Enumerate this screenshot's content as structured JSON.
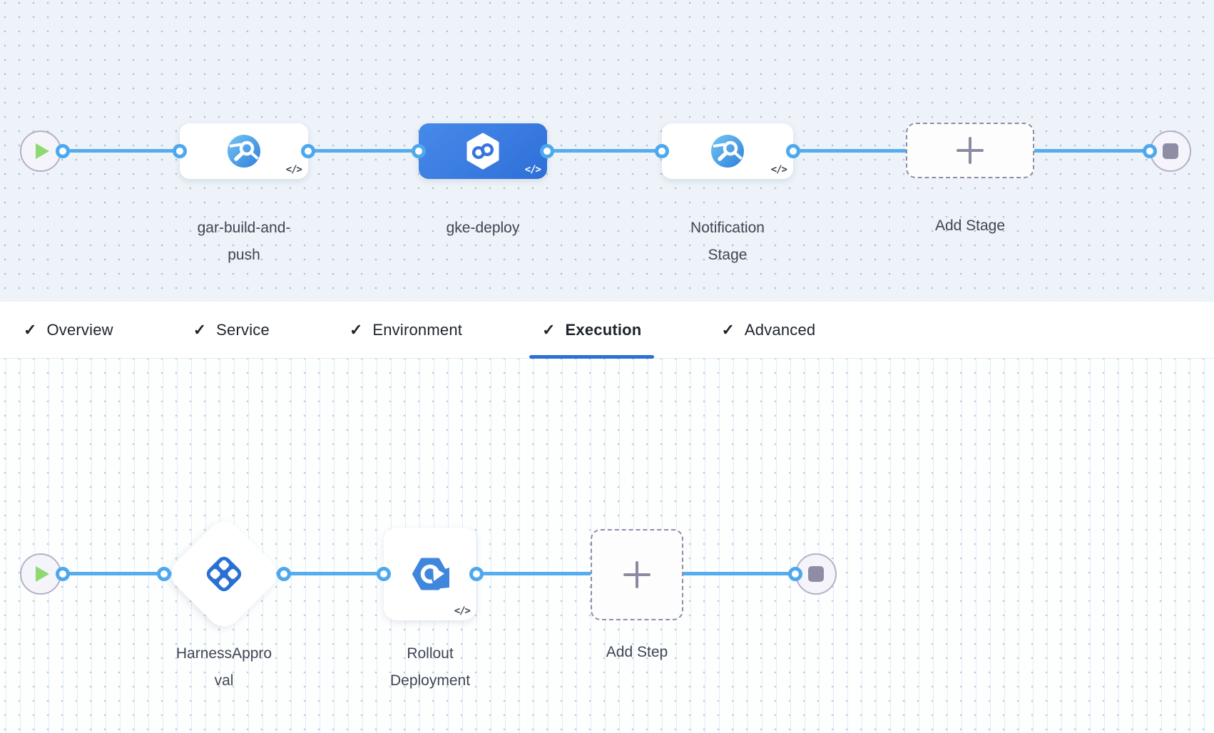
{
  "canvas": {
    "stages": [
      {
        "label": "gar-build-and-push",
        "icon": "custom-stage-icon",
        "selected": false,
        "yaml_badge": "</>"
      },
      {
        "label": "gke-deploy",
        "icon": "cd-stage-infinity-hexagon-icon",
        "selected": true,
        "yaml_badge": "</>"
      },
      {
        "label": "Notification Stage",
        "icon": "custom-stage-icon",
        "selected": false,
        "yaml_badge": "</>"
      }
    ],
    "add_stage_label": "Add Stage",
    "steps": [
      {
        "label": "HarnessApproval",
        "icon": "approval-step-icon"
      },
      {
        "label": "Rollout Deployment",
        "icon": "rollout-deployment-icon",
        "yaml_badge": "</>"
      }
    ],
    "add_step_label": "Add Step"
  },
  "tabs": {
    "check_glyph": "✓",
    "items": [
      {
        "label": "Overview",
        "checked": true,
        "active": false
      },
      {
        "label": "Service",
        "checked": true,
        "active": false
      },
      {
        "label": "Environment",
        "checked": true,
        "active": false
      },
      {
        "label": "Execution",
        "checked": true,
        "active": true
      },
      {
        "label": "Advanced",
        "checked": true,
        "active": false
      }
    ]
  },
  "colors": {
    "connector_blue": "#55adf0",
    "selected_stage_blue": "#3c7ce2",
    "approval_icon_blue": "#2b6fd3",
    "rollout_icon_blue": "#3f86dd",
    "active_tab_underline": "#2e6fd6",
    "play_green": "#8ed971",
    "canvas_top_bg": "#edf3f8"
  }
}
